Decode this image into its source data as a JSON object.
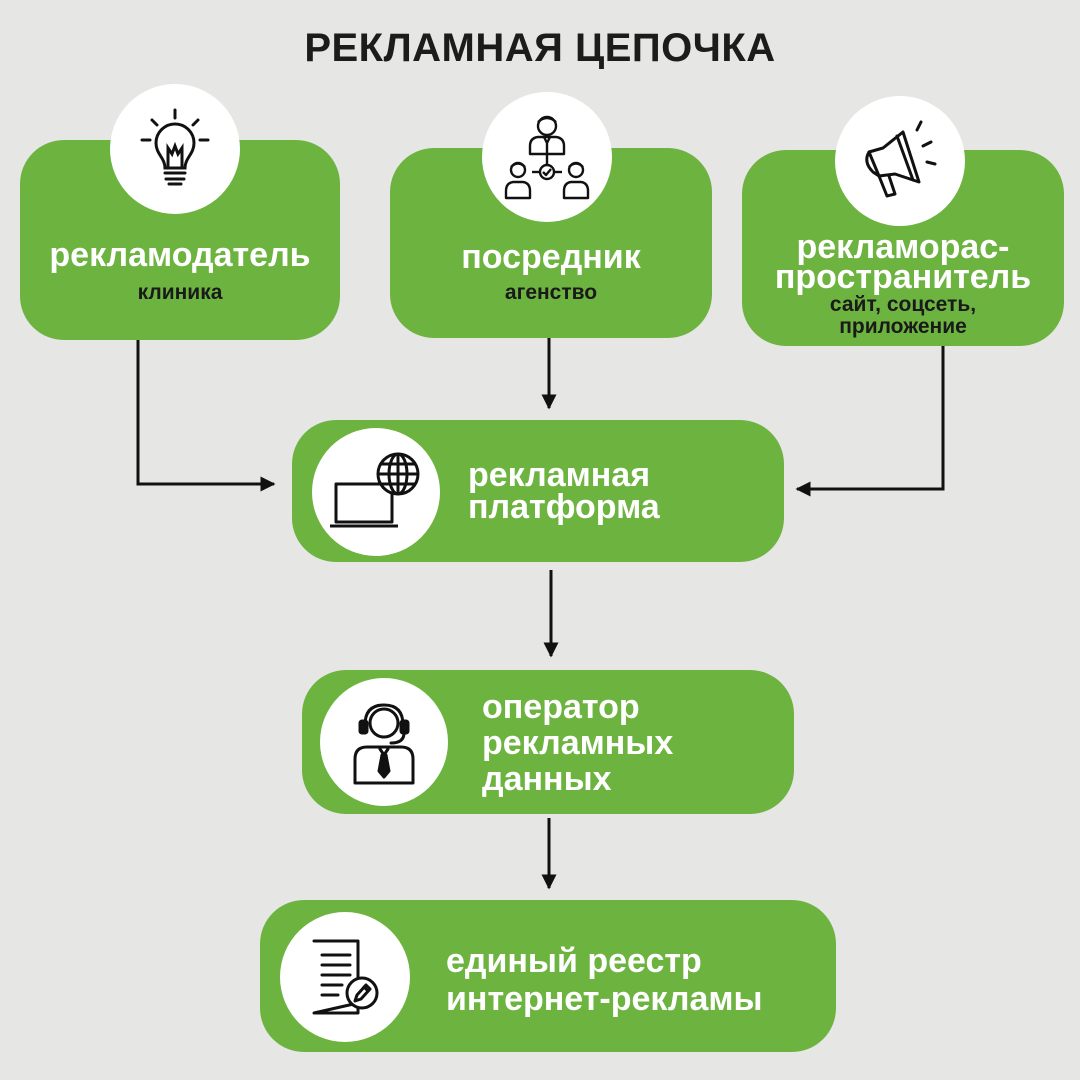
{
  "title": "РЕКЛАМНАЯ ЦЕПОЧКА",
  "colors": {
    "box": "#6db33f",
    "background": "#e6e6e5",
    "title": "#1c1c1c",
    "arrow": "#111111"
  },
  "nodes": {
    "advertiser": {
      "label": "рекламодатель",
      "sublabel": "клиника",
      "icon": "lightbulb-icon"
    },
    "intermediary": {
      "label": "посредник",
      "sublabel": "агенство",
      "icon": "team-network-icon"
    },
    "distributor": {
      "label_line1": "рекламорас-",
      "label_line2": "пространитель",
      "sublabel_line1": "сайт, соцсеть,",
      "sublabel_line2": "приложение",
      "icon": "megaphone-icon"
    },
    "platform": {
      "label_line1": "рекламная",
      "label_line2": "платформа",
      "icon": "laptop-globe-icon"
    },
    "operator": {
      "label_line1": "оператор",
      "label_line2": "рекламных",
      "label_line3": "данных",
      "icon": "operator-headset-icon"
    },
    "registry": {
      "label_line1": "единый реестр",
      "label_line2": "интернет-рекламы",
      "icon": "document-pen-icon"
    }
  }
}
